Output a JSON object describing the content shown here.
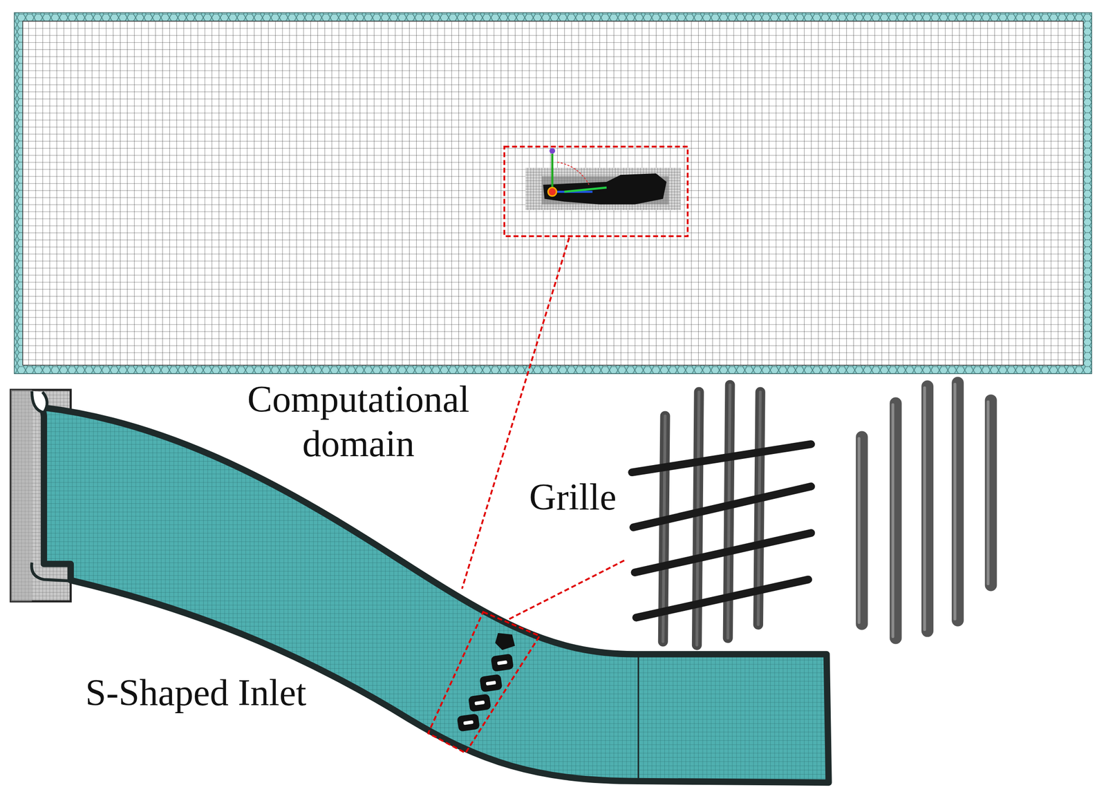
{
  "diagram": {
    "labels": [
      "Computational domain",
      "Grille",
      "S-Shaped Inlet"
    ]
  }
}
